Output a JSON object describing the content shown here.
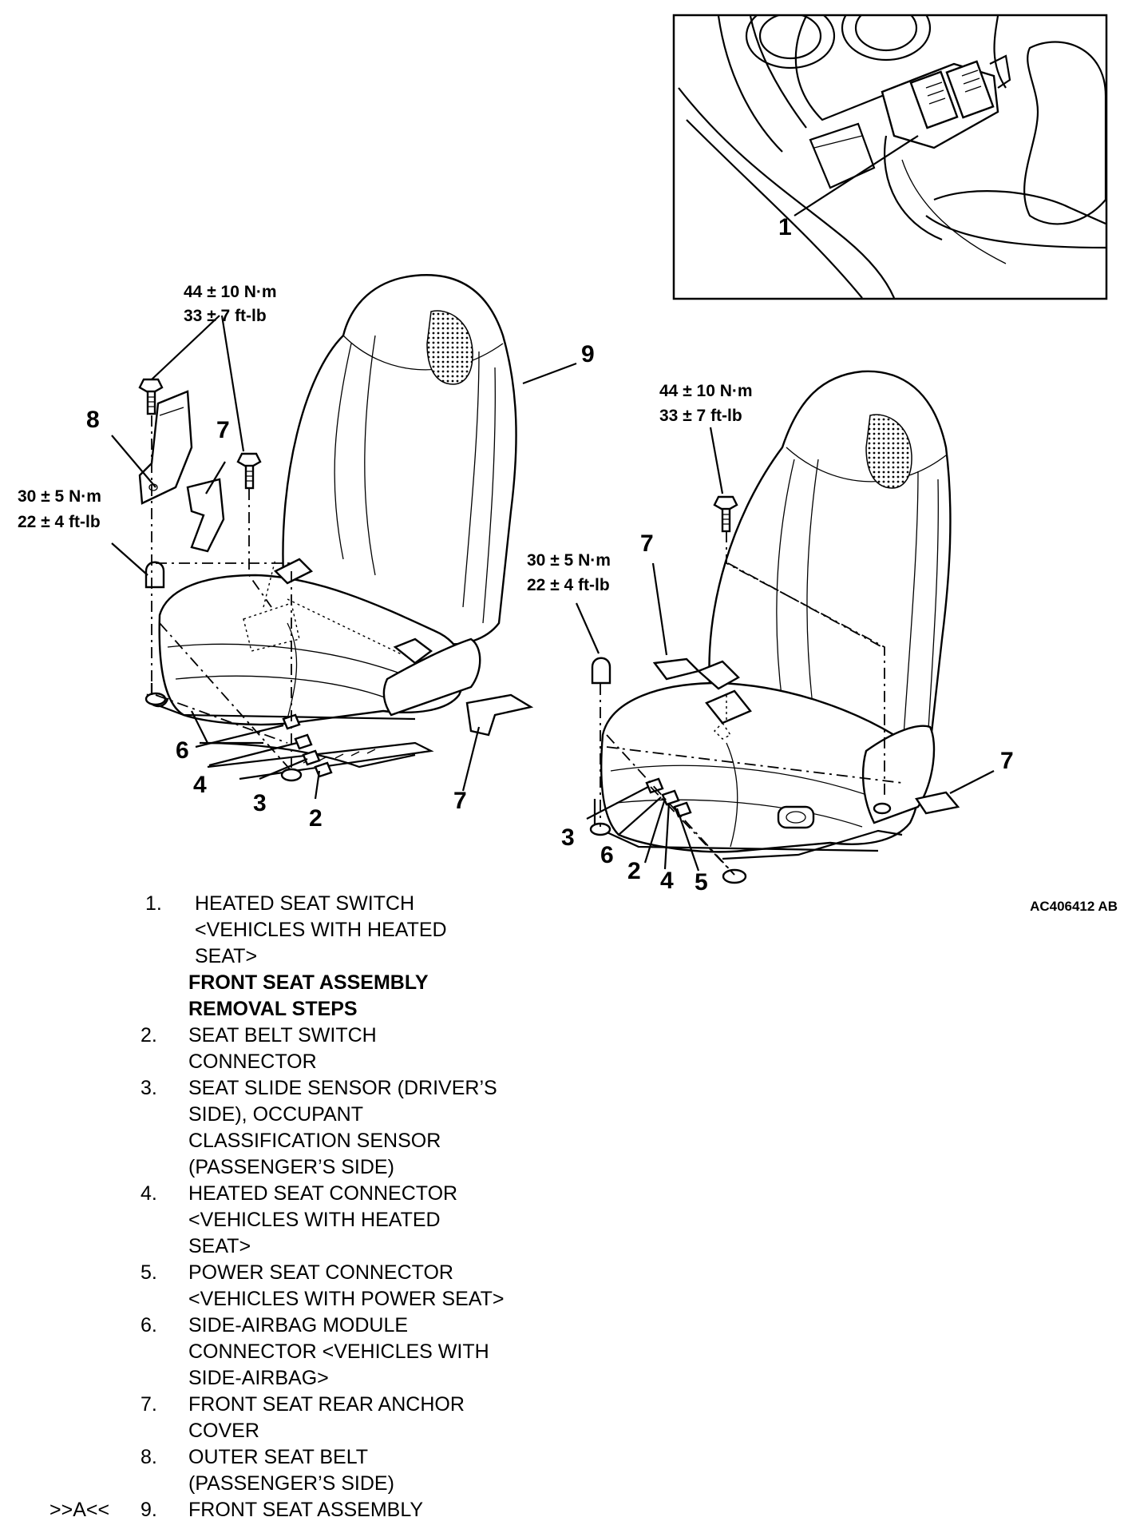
{
  "figure_id": "AC406412 AB",
  "torque_specs": {
    "bolt_upper_nm": "44 ± 10 N·m",
    "bolt_upper_ftlb": "33 ± 7 ft-lb",
    "nut_lower_nm": "30 ± 5 N·m",
    "nut_lower_ftlb": "22 ± 4 ft-lb"
  },
  "callouts": {
    "inset": [
      "1"
    ],
    "left_seat": [
      "9",
      "8",
      "7",
      "7",
      "6",
      "4",
      "3",
      "2"
    ],
    "right_seat": [
      "7",
      "7",
      "3",
      "6",
      "2",
      "4",
      "5"
    ]
  },
  "parts_list": {
    "first": {
      "num": "1.",
      "text": "HEATED SEAT SWITCH\n<VEHICLES WITH HEATED\nSEAT>"
    },
    "header": "FRONT SEAT ASSEMBLY\nREMOVAL STEPS",
    "items": [
      {
        "prefix": "",
        "num": "2.",
        "text": "SEAT BELT SWITCH\nCONNECTOR"
      },
      {
        "prefix": "",
        "num": "3.",
        "text": "SEAT SLIDE SENSOR (DRIVER’S\nSIDE), OCCUPANT\nCLASSIFICATION SENSOR\n(PASSENGER’S SIDE)"
      },
      {
        "prefix": "",
        "num": "4.",
        "text": "HEATED SEAT CONNECTOR\n<VEHICLES WITH HEATED\nSEAT>"
      },
      {
        "prefix": "",
        "num": "5.",
        "text": "POWER SEAT CONNECTOR\n<VEHICLES WITH POWER SEAT>"
      },
      {
        "prefix": "",
        "num": "6.",
        "text": "SIDE-AIRBAG MODULE\nCONNECTOR <VEHICLES WITH\nSIDE-AIRBAG>"
      },
      {
        "prefix": "",
        "num": "7.",
        "text": "FRONT SEAT REAR ANCHOR\nCOVER"
      },
      {
        "prefix": "",
        "num": "8.",
        "text": "OUTER SEAT BELT\n(PASSENGER’S SIDE)"
      },
      {
        "prefix": ">>A<<",
        "num": "9.",
        "text": "FRONT SEAT ASSEMBLY"
      }
    ]
  }
}
